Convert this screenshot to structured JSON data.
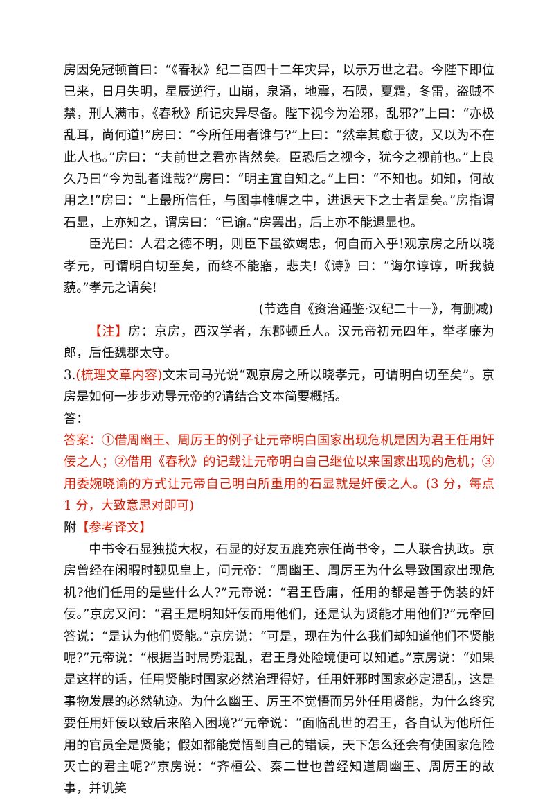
{
  "passage": {
    "para1": "房因免冠顿首曰：“《春秋》纪二百四十二年灾异，以示万世之君。今陛下即位已来，日月失明，星辰逆行，山崩，泉涌，地震，石陨，夏霜，冬雷，盗贼不禁，刑人满市，《春秋》所记灾异尽备。陛下视今为治邪，乱邪?”上曰：“亦极乱耳，尚何道!”房曰：“今所任用者谁与?”上曰：“然幸其愈于彼，又以为不在此人也。”房曰：“夫前世之君亦皆然矣。臣恐后之视今，犹今之视前也。”上良久乃曰“今为乱者谁哉?”房曰：“明主宜自知之。”上曰：“不知也。如知，何故用之!”房曰：“上最所信任，与图事帷幄之中，进退天下之士者是矣。”房指谓石显，上亦知之，谓房曰：“已谕。”房罢出，后上亦不能退显也。",
    "para2": "臣光曰：人君之德不明，则臣下虽欲竭忠，何自而入乎!观京房之所以晓孝元，可谓明白切至矣，而终不能寤，悲夫!《诗》曰：“诲尔谆谆，听我藐藐。”孝元之谓矣!",
    "source": "(节选自《资治通鉴·汉纪二十一》，有删减)"
  },
  "note": {
    "label": "【注】",
    "text": "房：京房，西汉学者，东郡顿丘人。汉元帝初元四年，举孝廉为郎，后任魏郡太守。"
  },
  "question": {
    "number": "3.",
    "tag": "(梳理文章内容)",
    "text": "文末司马光说“观京房之所以晓孝元，可谓明白切至矣”。京房是如何一步步劝导元帝的?请结合文本简要概括。",
    "answer_label": "答："
  },
  "answer": {
    "text": "答案：①借周幽王、周厉王的例子让元帝明白国家出现危机是因为君王任用奸佞之人；②借用《春秋》的记载让元帝明白自己继位以来国家出现的危机；③用委婉晓谕的方式让元帝自己明白所重用的石显就是奸佞之人。(3 分，每点 1 分，大致意思对即可)"
  },
  "translation": {
    "prefix": "附",
    "label": "【参考译文】",
    "text": "中书令石显独揽大权，石显的好友五鹿充宗任尚书令，二人联合执政。京房曾经在闲暇时觐见皇上，问元帝：“周幽王、周厉王为什么导致国家出现危机?他们任用的是些什么人?”元帝说：“君王昏庸，任用的都是善于伪装的奸佞。”京房又问：“君王是明知奸佞而用他们，还是认为贤能才用他们?”元帝回答说：“是认为他们贤能。”京房说：“可是，现在为什么我们却知道他们不贤能呢?”元帝说：“根据当时局势混乱，君王身处险境便可以知道。”京房说：“如果是这样的话，任用贤能时国家必然治理得好，任用奸邪时国家必定混乱，这是事物发展的必然轨迹。为什么幽王、厉王不觉悟而另外任用贤能，为什么终究要任用奸佞以致后来陷入困境?”元帝说：“面临乱世的君王，各自认为他所任用的官员全是贤能；假如都能觉悟到自己的错误，天下怎么还会有使国家危险灭亡的君主呢?”京房说：“齐桓公、秦二世也曾经知道周幽王、周厉王的故事，并讥笑"
  }
}
